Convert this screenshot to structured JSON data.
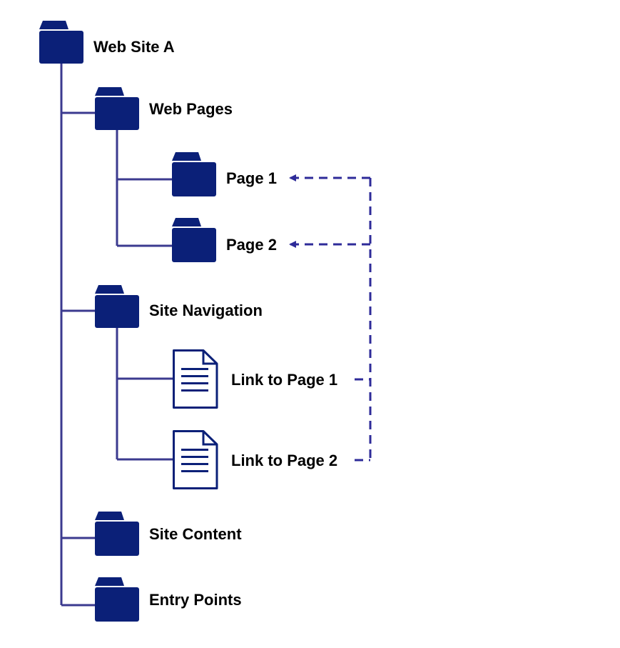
{
  "colors": {
    "folder": "#0b2078",
    "line": "#3b3a8f",
    "dashed": "#2e2b99",
    "doc_stroke": "#0b2078",
    "text": "#000000"
  },
  "nodes": {
    "root": {
      "label": "Web Site A",
      "icon": "folder-icon"
    },
    "web_pages": {
      "label": "Web Pages",
      "icon": "folder-icon"
    },
    "page1": {
      "label": "Page 1",
      "icon": "folder-icon"
    },
    "page2": {
      "label": "Page 2",
      "icon": "folder-icon"
    },
    "site_navigation": {
      "label": "Site Navigation",
      "icon": "folder-icon"
    },
    "link1": {
      "label": "Link to Page 1",
      "icon": "document-icon"
    },
    "link2": {
      "label": "Link to Page 2",
      "icon": "document-icon"
    },
    "site_content": {
      "label": "Site Content",
      "icon": "folder-icon"
    },
    "entry_points": {
      "label": "Entry Points",
      "icon": "folder-icon"
    }
  },
  "edges": [
    {
      "from": "root",
      "to": "web_pages",
      "style": "solid"
    },
    {
      "from": "root",
      "to": "site_navigation",
      "style": "solid"
    },
    {
      "from": "root",
      "to": "site_content",
      "style": "solid"
    },
    {
      "from": "root",
      "to": "entry_points",
      "style": "solid"
    },
    {
      "from": "web_pages",
      "to": "page1",
      "style": "solid"
    },
    {
      "from": "web_pages",
      "to": "page2",
      "style": "solid"
    },
    {
      "from": "site_navigation",
      "to": "link1",
      "style": "solid"
    },
    {
      "from": "site_navigation",
      "to": "link2",
      "style": "solid"
    },
    {
      "from": "link1",
      "to": "page1",
      "style": "dashed-arrow"
    },
    {
      "from": "link2",
      "to": "page2",
      "style": "dashed-arrow"
    }
  ]
}
